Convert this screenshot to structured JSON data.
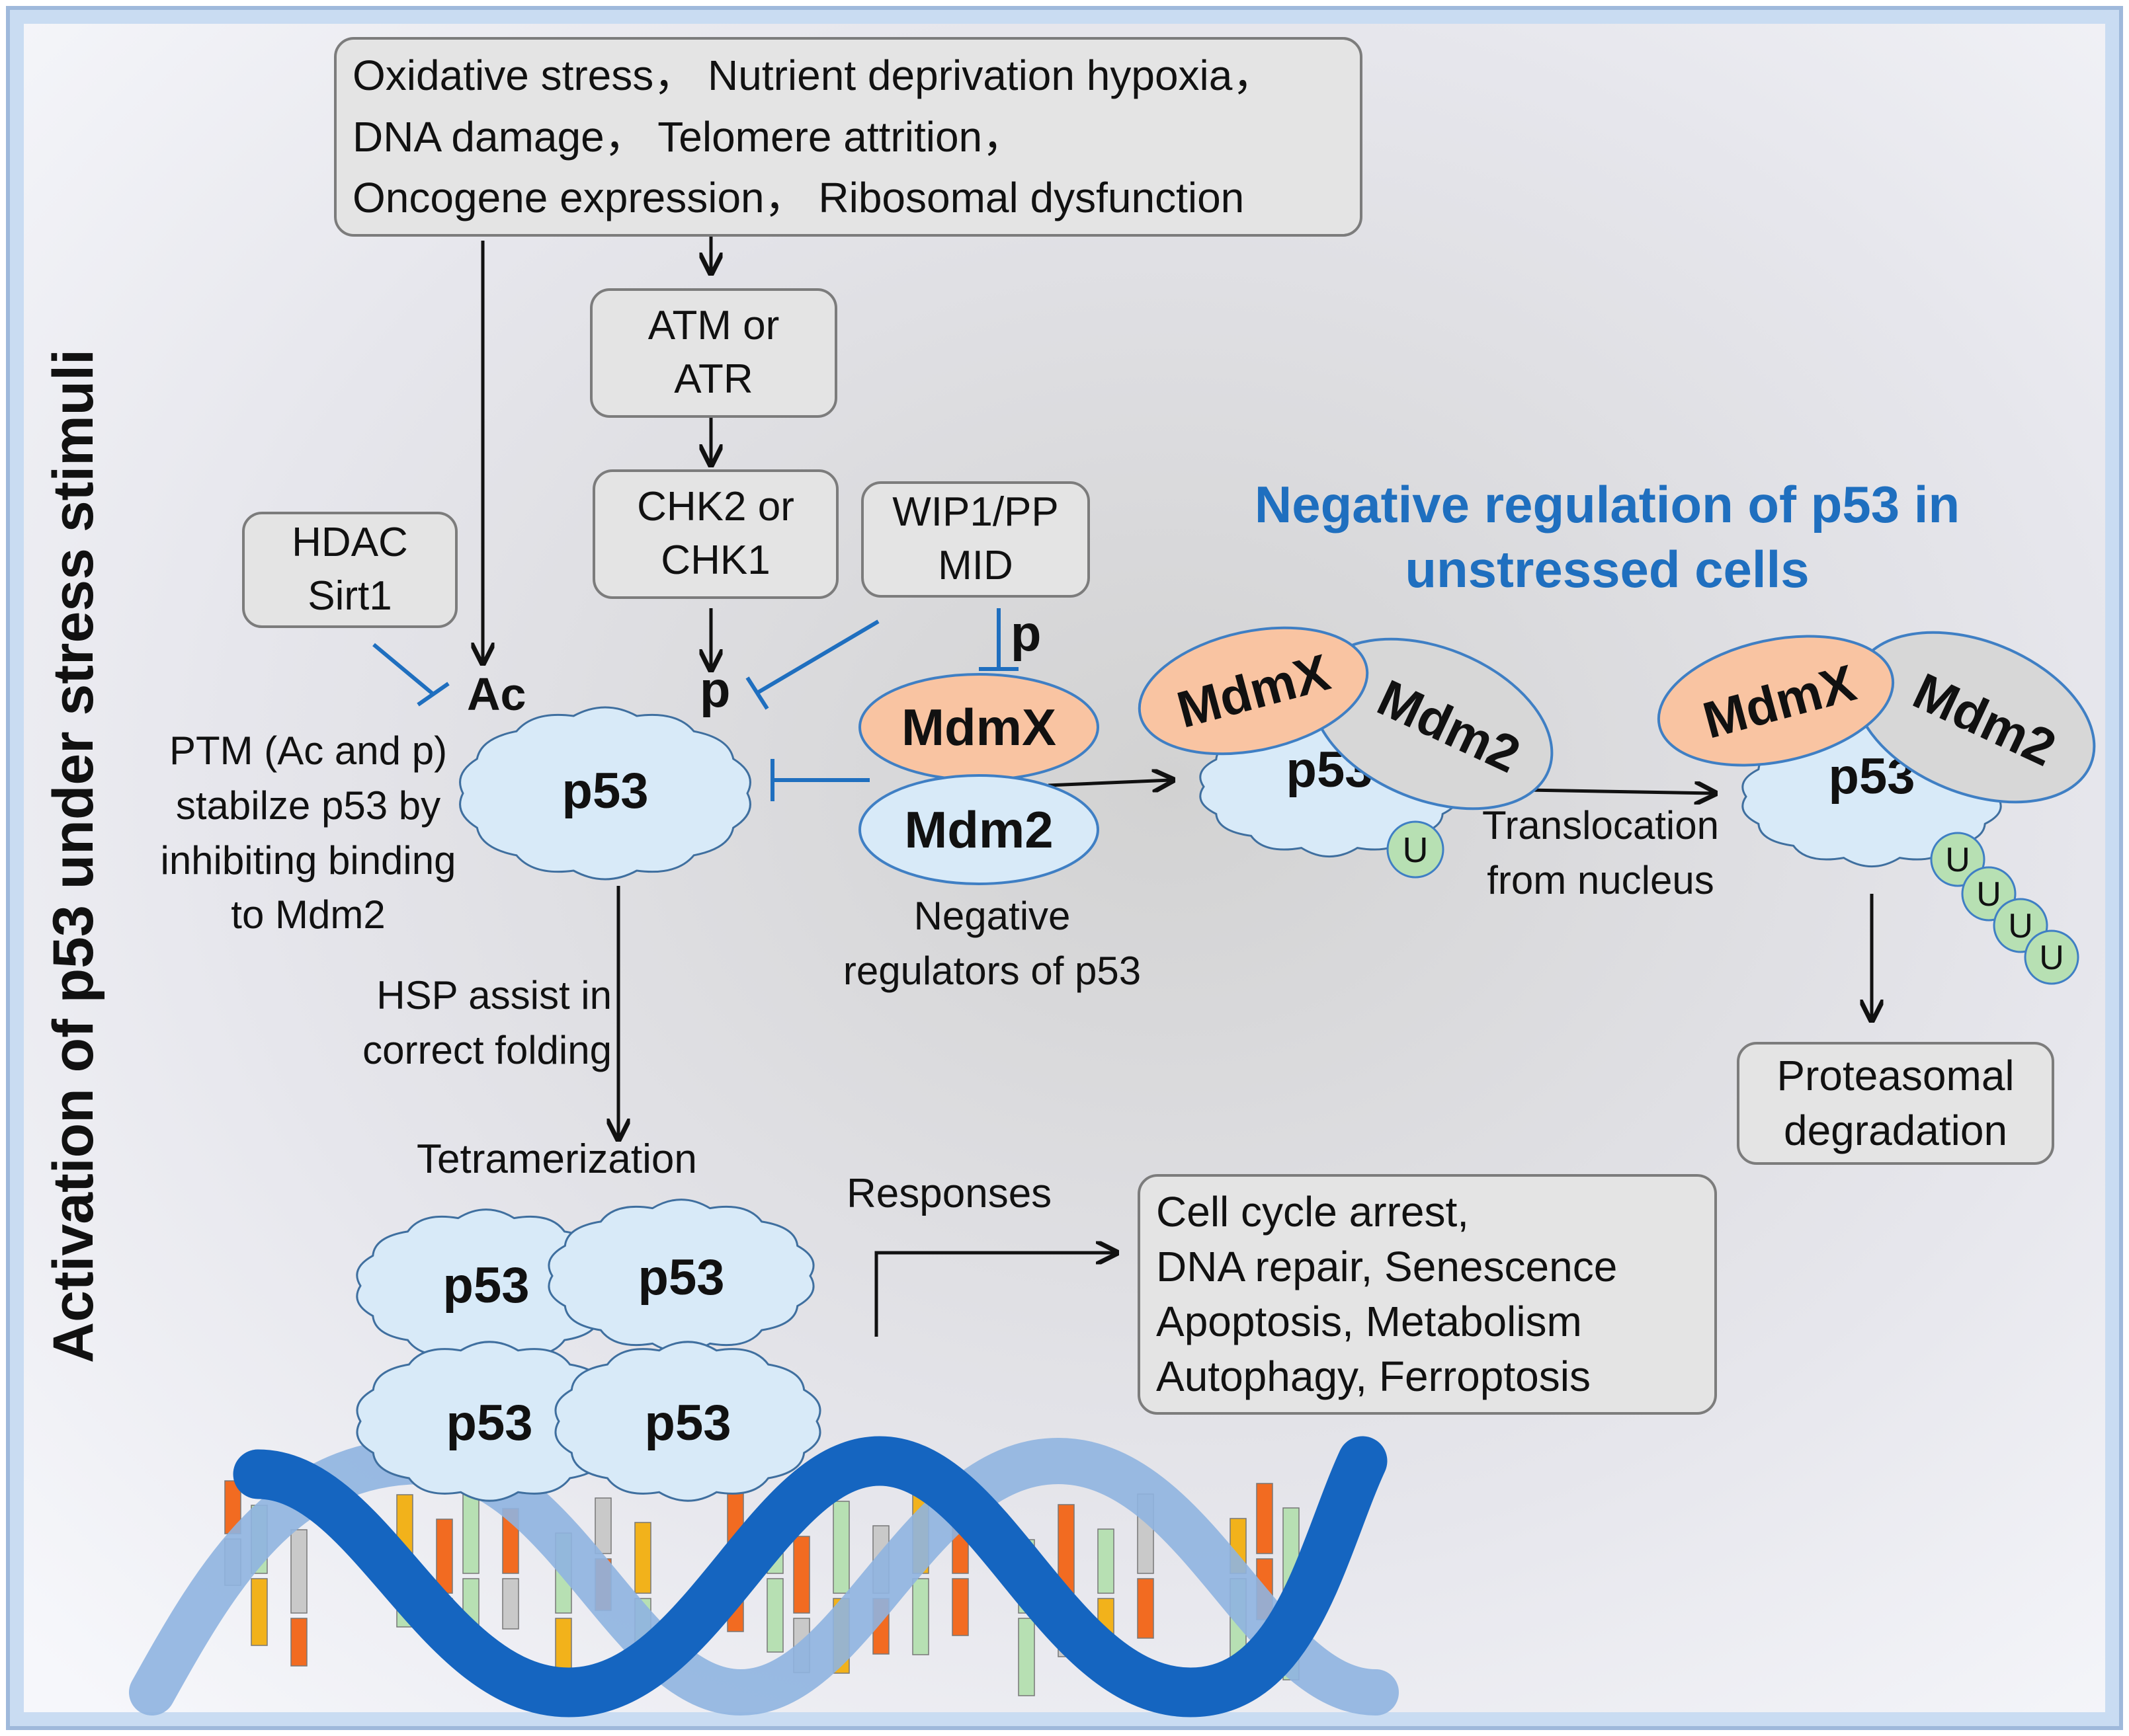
{
  "side_title": "Activation of p53 under stress stimuli",
  "stress_box": {
    "lines": [
      "Oxidative stress， Nutrient deprivation hypoxia，",
      "DNA damage， Telomere attrition，",
      "Oncogene expression， Ribosomal dysfunction"
    ]
  },
  "atm_box": {
    "lines": [
      "ATM or",
      "ATR"
    ]
  },
  "chk_box": {
    "lines": [
      "CHK2 or",
      "CHK1"
    ]
  },
  "wip_box": {
    "lines": [
      "WIP1/PP",
      "MID"
    ]
  },
  "hdac_box": {
    "lines": [
      "HDAC",
      "Sirt1"
    ]
  },
  "labels": {
    "ac": "Ac",
    "p_main": "p",
    "p_wip": "p",
    "ptm": [
      "PTM (Ac and p)",
      "stabilze p53 by",
      "inhibiting binding",
      "to Mdm2"
    ],
    "hsp": [
      "HSP assist in",
      "correct folding"
    ],
    "tetramerization": "Tetramerization",
    "responses": "Responses",
    "negative_regulators": [
      "Negative",
      "regulators of p53"
    ],
    "translocation": [
      "Translocation",
      "from nucleus"
    ]
  },
  "heading": [
    "Negative regulation of p53 in",
    "unstressed cells"
  ],
  "proteins": {
    "p53": "p53",
    "mdmx": "MdmX",
    "mdm2": "Mdm2",
    "ubiquitin": "U"
  },
  "responses_box": {
    "lines": [
      "Cell cycle arrest,",
      "DNA repair, Senescence",
      "Apoptosis, Metabolism",
      "Autophagy, Ferroptosis"
    ]
  },
  "proteasome_box": {
    "lines": [
      "Proteasomal",
      "degradation"
    ]
  },
  "colors": {
    "heading_blue": "#1f6fbf",
    "inhibit_blue": "#1f6fbf",
    "mdmx_fill": "#f9c4a2",
    "cloud_fill": "#d8eaf8",
    "ubiquitin_fill": "#b7e0b3",
    "dna_dark": "#1565c0",
    "dna_light": "#8fb4e0",
    "box_fill": "#e4e4e4"
  }
}
